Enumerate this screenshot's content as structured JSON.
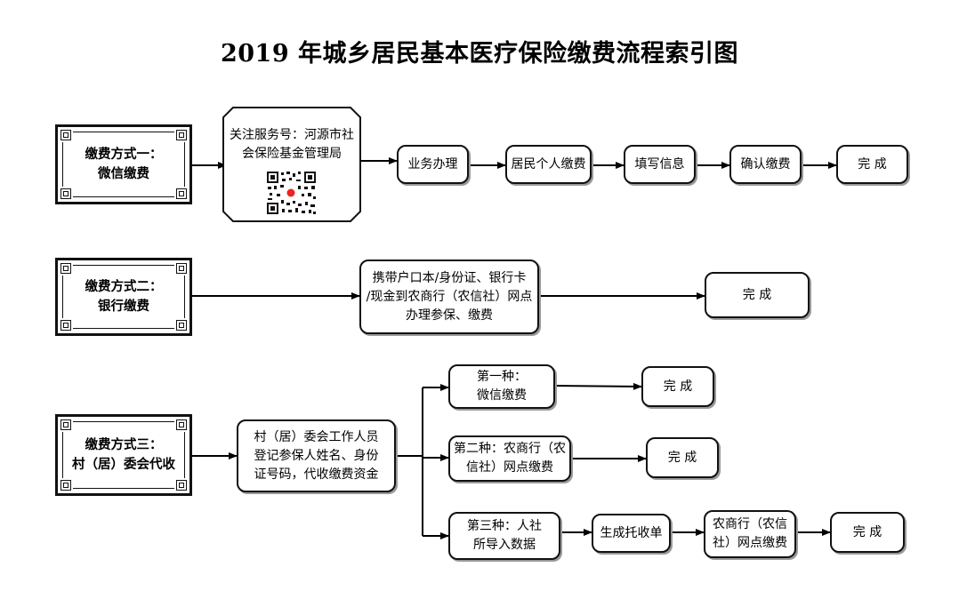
{
  "title": "2019 年城乡居民基本医疗保险缴费流程索引图",
  "method1": {
    "label": "缴费方式一：\n微信缴费",
    "wechat_note": "关注服务号：河源市社\n会保险基金管理局",
    "steps": [
      "业务办理",
      "居民个人缴费",
      "填写信息",
      "确认缴费",
      "完  成"
    ]
  },
  "method2": {
    "label": "缴费方式二：\n银行缴费",
    "description": "携带户口本/身份证、银行卡\n/现金到农商行（农信社）网点\n办理参保、缴费",
    "done": "完  成"
  },
  "method3": {
    "label": "缴费方式三：\n村（居）委会代收",
    "description": "村（居）委会工作人员\n登记参保人姓名、身份\n证号码，代收缴费资金",
    "option1": "第一种：\n微信缴费",
    "option2": "第二种：农商行（农\n信社）网点缴费",
    "option3": "第三种：人社\n所导入数据",
    "step_bill": "生成托收单",
    "step_bank": "农商行（农信\n社）网点缴费",
    "done": "完  成"
  },
  "qr_icon": "qr-code"
}
